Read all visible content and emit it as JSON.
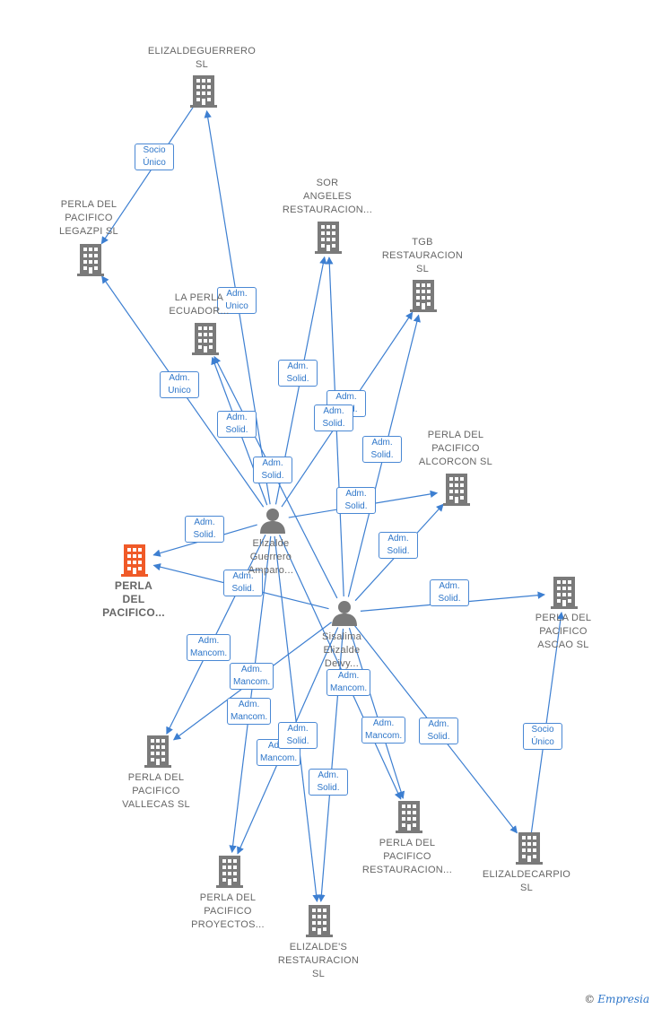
{
  "colors": {
    "company": "#7a7a7a",
    "focus": "#f05a28",
    "person": "#7a7a7a",
    "edge": "#3d7fd1",
    "edge_text": "#2e76c9"
  },
  "nodes": [
    {
      "id": "elizaldeguerrero",
      "type": "company",
      "label": "ELIZALDEGUERRERO\nSL"
    },
    {
      "id": "legazpi",
      "type": "company",
      "label": "PERLA DEL\nPACIFICO\nLEGAZPI  SL"
    },
    {
      "id": "sor",
      "type": "company",
      "label": "SOR\nANGELES\nRESTAURACION..."
    },
    {
      "id": "tgb",
      "type": "company",
      "label": "TGB\nRESTAURACION\nSL"
    },
    {
      "id": "ecuador",
      "type": "company",
      "label": "LA PERLA\nECUADOR..."
    },
    {
      "id": "alcorcon",
      "type": "company",
      "label": "PERLA DEL\nPACIFICO\nALCORCON  SL"
    },
    {
      "id": "focus",
      "type": "focus",
      "label": "PERLA\nDEL\nPACIFICO..."
    },
    {
      "id": "p1",
      "type": "person",
      "label": "Elizalde\nGuerrero\nAmparo..."
    },
    {
      "id": "p2",
      "type": "person",
      "label": "Sisalima\nElizalde\nDeivy..."
    },
    {
      "id": "ascao",
      "type": "company",
      "label": "PERLA DEL\nPACIFICO\nASCAO  SL"
    },
    {
      "id": "vallecas",
      "type": "company",
      "label": "PERLA DEL\nPACIFICO\nVALLECAS  SL"
    },
    {
      "id": "restauracion",
      "type": "company",
      "label": "PERLA DEL\nPACIFICO\nRESTAURACION..."
    },
    {
      "id": "elizaldecarpio",
      "type": "company",
      "label": "ELIZALDECARPIO\nSL"
    },
    {
      "id": "proyectos",
      "type": "company",
      "label": "PERLA DEL\nPACIFICO\nPROYECTOS..."
    },
    {
      "id": "elizaldes",
      "type": "company",
      "label": "ELIZALDE'S\nRESTAURACION\nSL"
    }
  ],
  "edges": [
    {
      "from": "elizaldeguerrero",
      "to": "legazpi",
      "label": "Socio\nÚnico"
    },
    {
      "from": "p1",
      "to": "elizaldeguerrero",
      "label": "Adm.\nUnico"
    },
    {
      "from": "p1",
      "to": "legazpi",
      "label": "Adm.\nUnico"
    },
    {
      "from": "p1",
      "to": "ecuador",
      "label": "Adm.\nSolid."
    },
    {
      "from": "p1",
      "to": "sor",
      "label": "Adm.\nSolid."
    },
    {
      "from": "p1",
      "to": "tgb",
      "label": "Adm.\nSolid."
    },
    {
      "from": "p1",
      "to": "focus",
      "label": "Adm.\nSolid."
    },
    {
      "from": "p1",
      "to": "alcorcon",
      "label": "Adm.\nSolid."
    },
    {
      "from": "p1",
      "to": "vallecas",
      "label": "Adm.\nMancom."
    },
    {
      "from": "p1",
      "to": "proyectos",
      "label": "Adm.\nMancom."
    },
    {
      "from": "p1",
      "to": "elizaldes",
      "label": "Adm.\nSolid."
    },
    {
      "from": "p1",
      "to": "restauracion",
      "label": "Adm.\nMancom."
    },
    {
      "from": "p2",
      "to": "ecuador",
      "label": "Adm.\nSolid."
    },
    {
      "from": "p2",
      "to": "sor",
      "label": "Adm.\nSolid."
    },
    {
      "from": "p2",
      "to": "tgb",
      "label": "Adm.\nSolid."
    },
    {
      "from": "p2",
      "to": "alcorcon",
      "label": "Adm.\nSolid."
    },
    {
      "from": "p2",
      "to": "focus",
      "label": "Adm.\nSolid."
    },
    {
      "from": "p2",
      "to": "ascao",
      "label": "Adm.\nSolid."
    },
    {
      "from": "p2",
      "to": "vallecas",
      "label": "Adm.\nMancom."
    },
    {
      "from": "p2",
      "to": "proyectos",
      "label": "Adm.\nMancom."
    },
    {
      "from": "p2",
      "to": "restauracion",
      "label": "Adm.\nMancom."
    },
    {
      "from": "p2",
      "to": "elizaldes",
      "label": "Adm.\nSolid."
    },
    {
      "from": "p2",
      "to": "elizaldecarpio",
      "label": "Adm.\nSolid."
    },
    {
      "from": "elizaldecarpio",
      "to": "ascao",
      "label": "Socio\nÚnico"
    }
  ],
  "watermark": {
    "symbol": "©",
    "text": "Empresia"
  }
}
